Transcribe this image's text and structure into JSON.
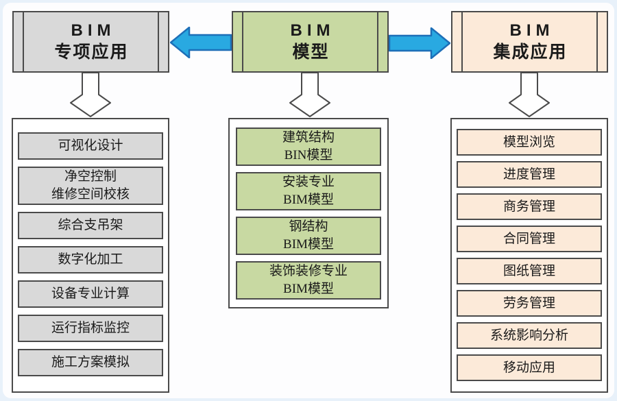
{
  "diagram": {
    "columns": [
      {
        "id": "bim-special-applications",
        "header": {
          "line1": "BIM",
          "line2": "专项应用"
        },
        "items": [
          {
            "lines": [
              "可视化设计"
            ]
          },
          {
            "lines": [
              "净空控制",
              "维修空间校核"
            ]
          },
          {
            "lines": [
              "综合支吊架"
            ]
          },
          {
            "lines": [
              "数字化加工"
            ]
          },
          {
            "lines": [
              "设备专业计算"
            ]
          },
          {
            "lines": [
              "运行指标监控"
            ]
          },
          {
            "lines": [
              "施工方案模拟"
            ]
          }
        ]
      },
      {
        "id": "bim-model",
        "header": {
          "line1": "BIM",
          "line2": "模型"
        },
        "items": [
          {
            "lines": [
              "建筑结构",
              "BIN模型"
            ]
          },
          {
            "lines": [
              "安装专业",
              "BIM模型"
            ]
          },
          {
            "lines": [
              "钢结构",
              "BIM模型"
            ]
          },
          {
            "lines": [
              "装饰装修专业",
              "BIM模型"
            ]
          }
        ]
      },
      {
        "id": "bim-integrated-applications",
        "header": {
          "line1": "BIM",
          "line2": "集成应用"
        },
        "items": [
          {
            "lines": [
              "模型浏览"
            ]
          },
          {
            "lines": [
              "进度管理"
            ]
          },
          {
            "lines": [
              "商务管理"
            ]
          },
          {
            "lines": [
              "合同管理"
            ]
          },
          {
            "lines": [
              "图纸管理"
            ]
          },
          {
            "lines": [
              "劳务管理"
            ]
          },
          {
            "lines": [
              "系统影响分析"
            ]
          },
          {
            "lines": [
              "移动应用"
            ]
          }
        ]
      }
    ],
    "arrows": {
      "left_arrow_direction": "left",
      "right_arrow_direction": "right",
      "down_arrows_count": 3
    },
    "colors": {
      "gray_fill": "#d9d9d9",
      "green_fill": "#c8d9a2",
      "cream_fill": "#fcead9",
      "arrow_blue_fill": "#29a9e1",
      "arrow_blue_border": "#1d6fb8",
      "box_border": "#4a4a4a",
      "page_background": "#e8f1fa"
    }
  }
}
